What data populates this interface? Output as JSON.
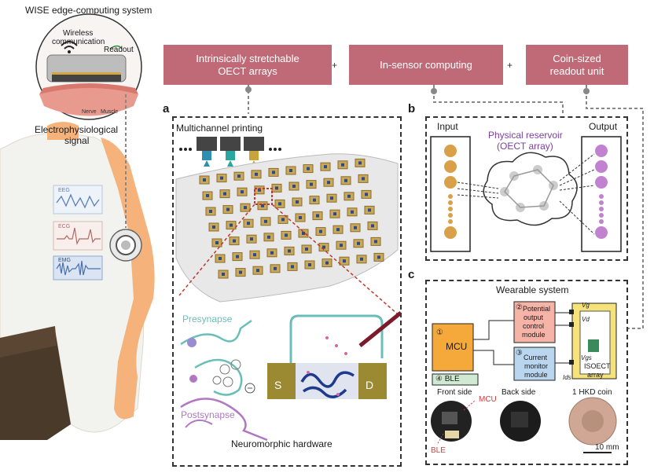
{
  "header": {
    "system_title": "WISE edge-computing system",
    "wireless": "Wireless",
    "communication": "communication",
    "readout": "Readout",
    "nerve": "Nerve",
    "muscle": "Muscle",
    "signal_line1": "Electrophysiological",
    "signal_line2": "signal"
  },
  "body_signals": {
    "eeg": "EEG",
    "ecg": "ECG",
    "emg": "EMG"
  },
  "top_boxes": {
    "box1_line1": "Intrinsically stretchable",
    "box1_line2": "OECT arrays",
    "box2": "In-sensor computing",
    "box3_line1": "Coin-sized",
    "box3_line2": "readout unit",
    "plus": "+"
  },
  "panel_a": {
    "letter": "a",
    "printing": "Multichannel printing",
    "presynapse": "Presynapse",
    "postsynapse": "Postsynapse",
    "source": "S",
    "drain": "D",
    "caption": "Neuromorphic hardware"
  },
  "panel_b": {
    "letter": "b",
    "input": "Input",
    "output": "Output",
    "reservoir_line1": "Physical reservoir",
    "reservoir_line2": "(OECT array)"
  },
  "panel_c": {
    "letter": "c",
    "title": "Wearable system",
    "mcu": "MCU",
    "mcu_num": "①",
    "pot_num": "②",
    "pot_line1": "Potential",
    "pot_line2": "output",
    "pot_line3": "control",
    "pot_line4": "module",
    "cur_num": "③",
    "cur_line1": "Current",
    "cur_line2": "monitor",
    "cur_line3": "module",
    "ble": "④ BLE",
    "vg": "Vg",
    "vd": "Vd",
    "vgs": "Vgs",
    "ids": "Ids",
    "isoect1": "ISOECT",
    "isoect2": "array",
    "front": "Front side",
    "back": "Back side",
    "coin": "1 HKD coin",
    "mcu_label": "MCU",
    "ble_label": "BLE",
    "scale": "10 mm"
  },
  "colors": {
    "accent_box": "#c06a78",
    "input_node": "#d9a04a",
    "output_node": "#c183cf",
    "reservoir_text": "#7b3fa0",
    "mcu_fill": "#f5a93a",
    "pot_fill": "#f6b3a8",
    "cur_fill": "#b9d6ee",
    "array_fill": "#f6e27a",
    "presyn": "#69bfb8",
    "postsyn": "#b078c2"
  }
}
